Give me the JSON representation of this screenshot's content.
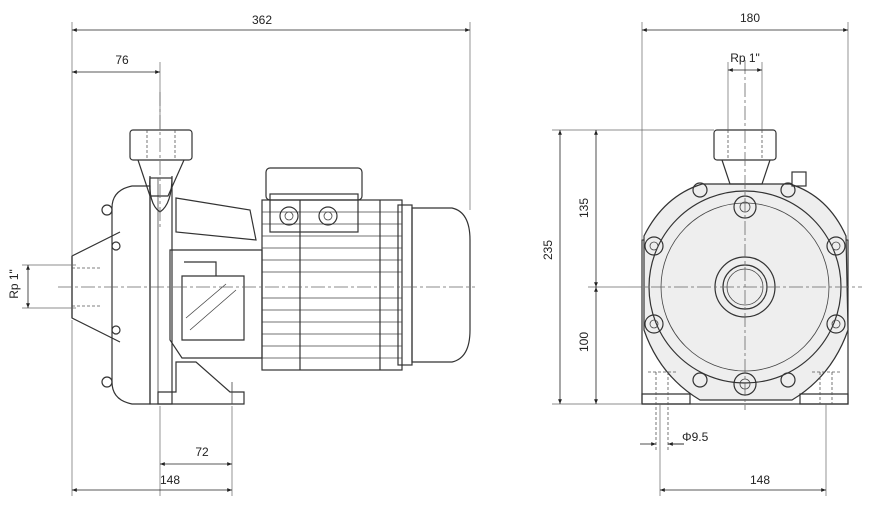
{
  "dimensions": {
    "total_length": "362",
    "outlet_offset": "76",
    "inlet_thread": "Rp 1\"",
    "foot_spacing_side": "72",
    "foot_length_side": "148",
    "total_width": "180",
    "outlet_thread": "Rp 1\"",
    "total_height": "235",
    "upper_height": "135",
    "shaft_height": "100",
    "hole_diameter": "Φ9.5",
    "foot_spacing_front": "148"
  }
}
